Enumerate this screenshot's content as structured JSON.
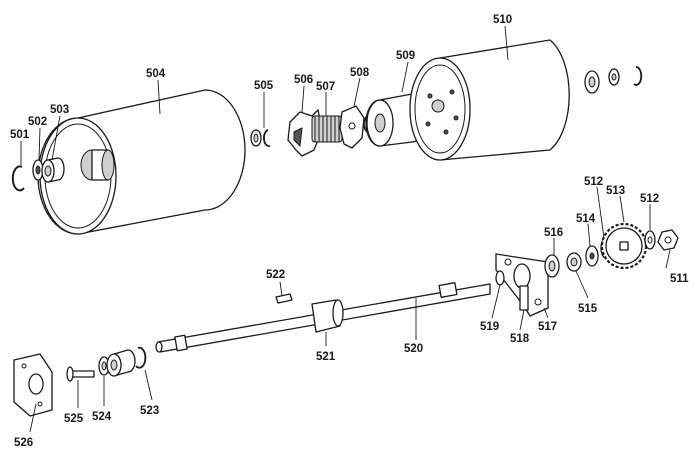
{
  "labels": {
    "p501": "501",
    "p502": "502",
    "p503": "503",
    "p504": "504",
    "p505": "505",
    "p506": "506",
    "p507": "507",
    "p508": "508",
    "p509": "509",
    "p510": "510",
    "p511": "511",
    "p512a": "512",
    "p512b": "512",
    "p513": "513",
    "p514": "514",
    "p515": "515",
    "p516": "516",
    "p517": "517",
    "p518": "518",
    "p519": "519",
    "p520": "520",
    "p521": "521",
    "p522": "522",
    "p523": "523",
    "p524": "524",
    "p525": "525",
    "p526": "526"
  },
  "colors": {
    "line": "#1a1a1a",
    "paper": "#ffffff",
    "shade": "#cfcfcf"
  }
}
